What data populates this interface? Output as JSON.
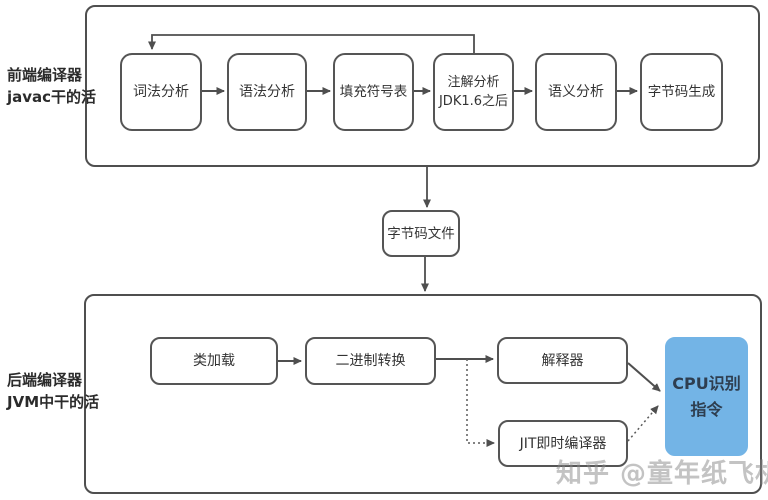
{
  "colors": {
    "line": "#4f4f4f",
    "box_border": "#555555",
    "text": "#333333",
    "accent_blue": "#73b4e6",
    "cpu_text": "#2e3e50",
    "watermark_gray": "#878787"
  },
  "frontend": {
    "label_line1": "前端编译器",
    "label_line2": "javac干的活",
    "nodes": {
      "lexical": "词法分析",
      "syntax": "语法分析",
      "symbol_table": "填充符号表",
      "annotation_line1": "注解分析",
      "annotation_line2": "JDK1.6之后",
      "semantic": "语义分析",
      "bytecode_gen": "字节码生成"
    }
  },
  "bytecode_file": "字节码文件",
  "backend": {
    "label_line1": "后端编译器",
    "label_line2": "JVM中干的活",
    "nodes": {
      "class_load": "类加载",
      "binary_convert": "二进制转换",
      "interpreter": "解释器",
      "jit": "JIT即时编译器",
      "cpu_line1": "CPU识别",
      "cpu_line2": "指令"
    }
  },
  "watermark": "知乎 @童年纸飞机"
}
